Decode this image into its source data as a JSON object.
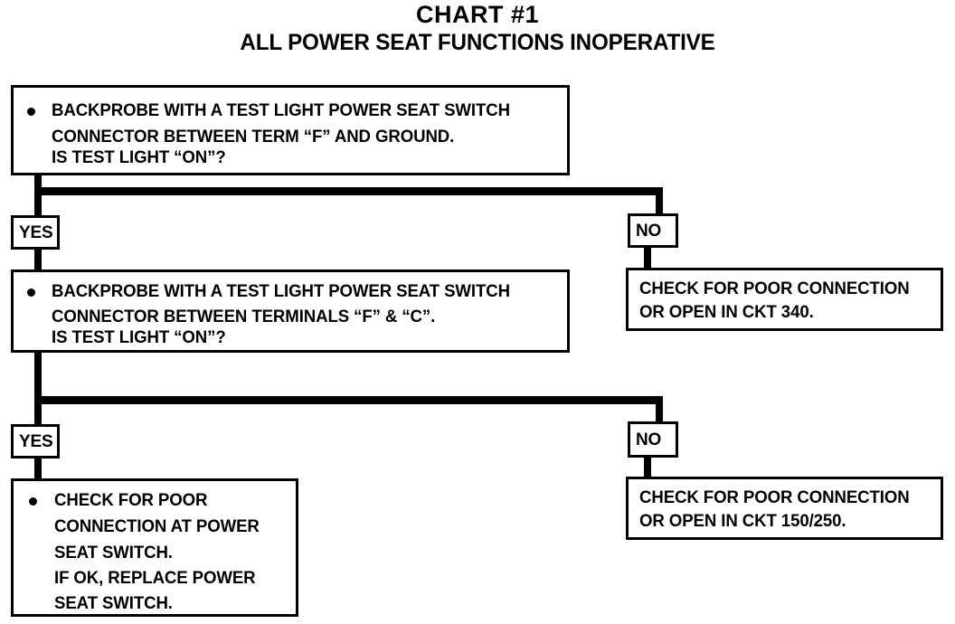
{
  "chart_data": {
    "type": "diagram",
    "diagram_kind": "troubleshooting-flowchart",
    "title": "CHART #1",
    "subtitle": "ALL POWER SEAT FUNCTIONS INOPERATIVE",
    "nodes": [
      {
        "id": "step1",
        "kind": "test-step",
        "bulleted": true,
        "lines": [
          "BACKPROBE WITH A TEST LIGHT POWER SEAT SWITCH",
          "CONNECTOR BETWEEN TERM “F” AND GROUND.",
          "IS TEST LIGHT “ON”?"
        ]
      },
      {
        "id": "step1-yes",
        "kind": "branch-label",
        "label": "YES"
      },
      {
        "id": "step1-no",
        "kind": "branch-label",
        "label": "NO"
      },
      {
        "id": "result1",
        "kind": "result",
        "bulleted": false,
        "lines": [
          "CHECK FOR POOR CONNECTION",
          "OR OPEN IN CKT 340."
        ]
      },
      {
        "id": "step2",
        "kind": "test-step",
        "bulleted": true,
        "lines": [
          "BACKPROBE WITH A TEST LIGHT POWER SEAT SWITCH",
          "CONNECTOR BETWEEN TERMINALS “F” & “C”.",
          "IS TEST LIGHT “ON”?"
        ]
      },
      {
        "id": "step2-yes",
        "kind": "branch-label",
        "label": "YES"
      },
      {
        "id": "step2-no",
        "kind": "branch-label",
        "label": "NO"
      },
      {
        "id": "result2",
        "kind": "result",
        "bulleted": false,
        "lines": [
          "CHECK FOR POOR CONNECTION",
          "OR OPEN IN CKT 150/250."
        ]
      },
      {
        "id": "result3",
        "kind": "result",
        "bulleted": true,
        "lines": [
          "CHECK FOR POOR",
          "CONNECTION AT POWER",
          "SEAT SWITCH.",
          "IF OK, REPLACE POWER",
          "SEAT SWITCH."
        ]
      }
    ],
    "edges": [
      {
        "from": "step1",
        "to": "step1-yes",
        "label": "YES"
      },
      {
        "from": "step1",
        "to": "step1-no",
        "label": "NO"
      },
      {
        "from": "step1-no",
        "to": "result1",
        "label": ""
      },
      {
        "from": "step1-yes",
        "to": "step2",
        "label": ""
      },
      {
        "from": "step2",
        "to": "step2-yes",
        "label": "YES"
      },
      {
        "from": "step2",
        "to": "step2-no",
        "label": "NO"
      },
      {
        "from": "step2-no",
        "to": "result2",
        "label": ""
      },
      {
        "from": "step2-yes",
        "to": "result3",
        "label": ""
      }
    ],
    "colors": {
      "ink": "#000000",
      "paper": "#ffffff"
    }
  },
  "titles": {
    "main": "CHART #1",
    "sub": "ALL POWER SEAT FUNCTIONS INOPERATIVE"
  },
  "step1": {
    "line1": "BACKPROBE WITH A TEST LIGHT POWER SEAT SWITCH",
    "line2": "CONNECTOR BETWEEN TERM “F” AND GROUND.",
    "line3": "IS TEST LIGHT “ON”?"
  },
  "step2": {
    "line1": "BACKPROBE WITH A TEST LIGHT POWER SEAT SWITCH",
    "line2": "CONNECTOR BETWEEN TERMINALS “F” & “C”.",
    "line3": "IS TEST LIGHT “ON”?"
  },
  "labels": {
    "yes1": "YES",
    "no1": "NO",
    "yes2": "YES",
    "no2": "NO"
  },
  "result1": {
    "line1": "CHECK FOR POOR CONNECTION",
    "line2": "OR OPEN IN CKT 340."
  },
  "result2": {
    "line1": "CHECK FOR POOR CONNECTION",
    "line2": "OR OPEN IN CKT 150/250."
  },
  "result3": {
    "line1": "CHECK FOR POOR",
    "line2": "CONNECTION AT POWER",
    "line3": "SEAT SWITCH.",
    "line4": "IF OK, REPLACE POWER",
    "line5": "SEAT SWITCH."
  }
}
